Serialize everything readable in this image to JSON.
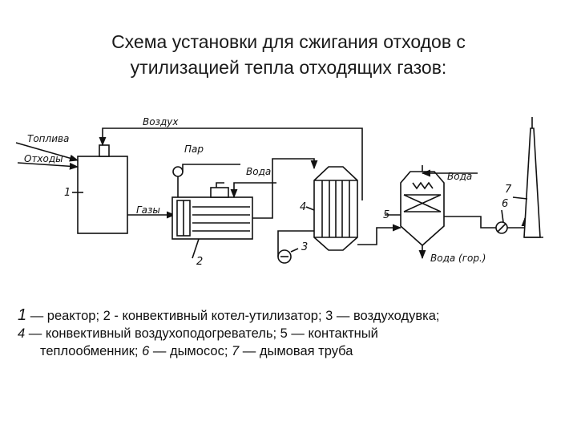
{
  "title": {
    "line1": "Схема установки для сжигания отходов с",
    "line2": "утилизацией тепла отходящих газов:"
  },
  "diagram": {
    "labels": {
      "air": "Воздух",
      "fuel": "Топлива",
      "waste": "Отходы",
      "steam": "Пар",
      "water1": "Вода",
      "water2": "Вода",
      "gases": "Газы",
      "hot_water": "Вода (гор.)"
    },
    "numbers": {
      "n1": "1",
      "n2": "2",
      "n3": "3",
      "n4": "4",
      "n5": "5",
      "n6": "6",
      "n7": "7"
    }
  },
  "legend": {
    "l1_num": "1",
    "l1_text": " — реактор; 2 - конвективный котел-утилизатор; 3 — воздуходувка;",
    "l2_num": "4",
    "l2_text": " — конвективный воздухоподогреватель; 5 — контактный",
    "l3_text_a": "теплообменник; ",
    "l3_num6": "6",
    "l3_text_b": " — дымосос; ",
    "l3_num7": "7",
    "l3_text_c": " — дымовая труба"
  }
}
